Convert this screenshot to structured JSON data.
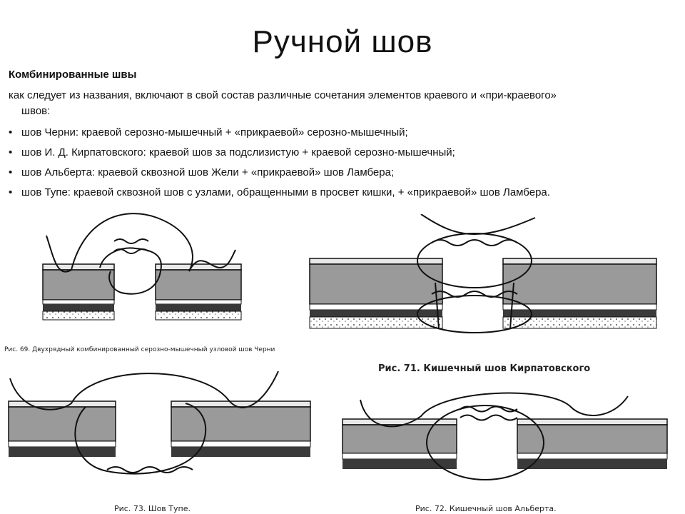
{
  "title": "Ручной шов",
  "subheading": "Комбинированные швы",
  "intro_line1": "как следует из названия, включают в свой состав различные сочетания элементов краевого и «при-краевого»",
  "intro_line2": "швов:",
  "bullet_symbol": "•",
  "bullets": [
    "шов Черни: краевой серозно-мышечный + «прикраевой» серозно-мышечный;",
    "шов И. Д. Кирпатовского: краевой шов за подслизистую + краевой серозно-мышечный;",
    "шов Альберта: краевой сквозной шов Жели + «прикраевой» шов Ламбера;",
    "шов Тупе: краевой сквозной шов с узлами, обращенными в просвет кишки, + «прикраевой» шов Ламбера."
  ],
  "figures": {
    "fig69_caption": "Рис. 69. Двухрядный комбинированный серозно-мышечный узловой шов Черни",
    "fig71_caption": "Рис. 71. Кишечный шов Кирпатовского",
    "fig73_caption": "Рис. 73. Шов Тупе.",
    "fig72_caption": "Рис. 72. Кишечный шов Альберта."
  },
  "colors": {
    "muscle_layer": "#9a9a9a",
    "dark_layer": "#3a3a3a",
    "submucosa": "#cfcfcf",
    "thread": "#111111"
  }
}
